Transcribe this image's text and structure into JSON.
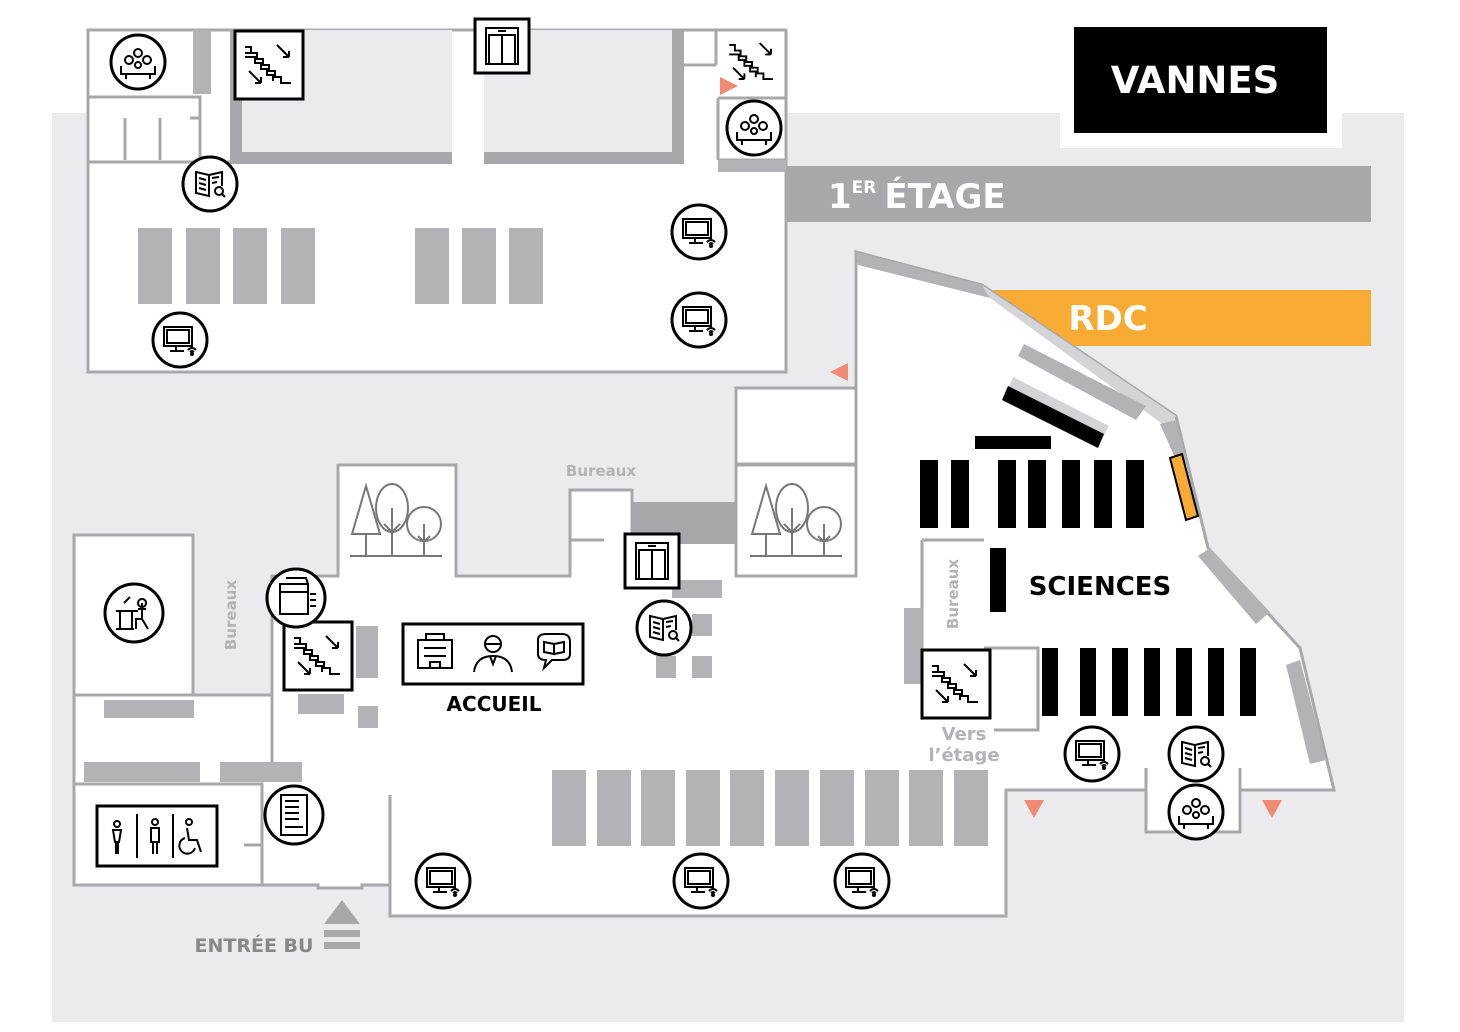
{
  "campus": "VANNES",
  "floors": {
    "upper": {
      "number": "1",
      "suffix": "ER",
      "name": "ÉTAGE"
    },
    "ground": {
      "name": "RDC",
      "active": true
    }
  },
  "labels": {
    "sciences": "SCIENCES",
    "accueil": "ACCUEIL",
    "entrance": "ENTRÉE BU",
    "offices": "Bureaux",
    "to_floor_line1": "Vers",
    "to_floor_line2": "l’étage"
  },
  "colors": {
    "background_zone": "#ebebed",
    "wall": "#a8a8ab",
    "furniture": "#b3b3b6",
    "shelf_sciences": "#000000",
    "active_floor": "#f7ab34",
    "door_marker": "#f08a75",
    "title_bg": "#000000"
  },
  "icons": {
    "meeting_room": "group-room-icon",
    "reading": "book-search-icon",
    "computer": "computer-wifi-icon",
    "stairs": "stairs-icon",
    "elevator": "elevator-icon",
    "printer": "printer-copier-icon",
    "vending": "vending-machine-icon",
    "study": "study-desk-icon",
    "toilets": "toilets-icon",
    "garden": "garden-trees-icon",
    "reception": "reception-icons"
  }
}
